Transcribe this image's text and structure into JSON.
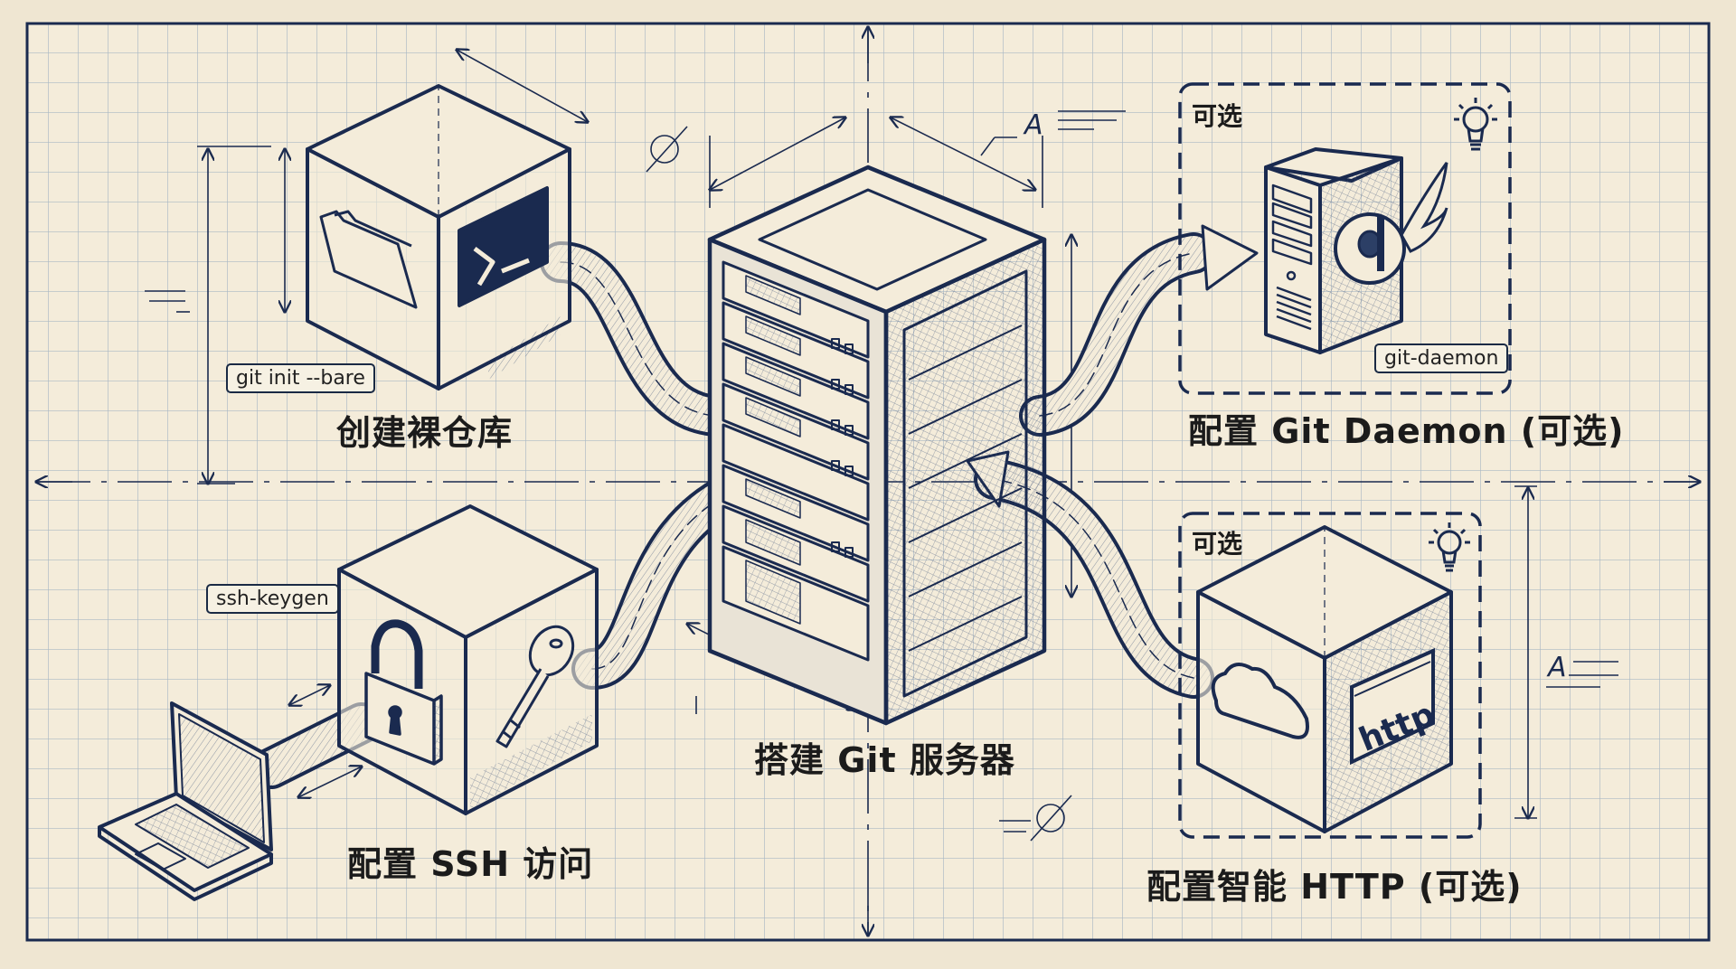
{
  "diagram": {
    "title": "搭建 Git 服务器",
    "colors": {
      "paper": "#efe6d2",
      "grid": "#a9b8c4",
      "ink": "#1a2a4f",
      "text": "#1b1b1b"
    },
    "nodes": [
      {
        "id": "bare-repo",
        "label": "创建裸仓库",
        "command": "git init --bare",
        "icons": [
          "folder-icon",
          "terminal-icon"
        ]
      },
      {
        "id": "ssh",
        "label": "配置 SSH 访问",
        "command": "ssh-keygen",
        "icons": [
          "padlock-icon",
          "key-icon",
          "laptop-icon"
        ]
      },
      {
        "id": "daemon",
        "label": "配置 Git Daemon (可选)",
        "command": "git-daemon",
        "optional_tag": "可选",
        "icons": [
          "tower-server-icon",
          "winged-d-icon",
          "lightbulb-icon"
        ]
      },
      {
        "id": "http",
        "label": "配置智能 HTTP (可选)",
        "optional_tag": "可选",
        "badge": "http",
        "icons": [
          "cloud-icon",
          "http-badge-icon",
          "lightbulb-icon"
        ]
      }
    ],
    "annotation_marks": [
      "A",
      "A"
    ],
    "edges": [
      {
        "from": "bare-repo",
        "to": "server"
      },
      {
        "from": "server",
        "to": "daemon"
      },
      {
        "from": "ssh",
        "to": "server"
      },
      {
        "from": "http",
        "to": "server"
      }
    ]
  }
}
